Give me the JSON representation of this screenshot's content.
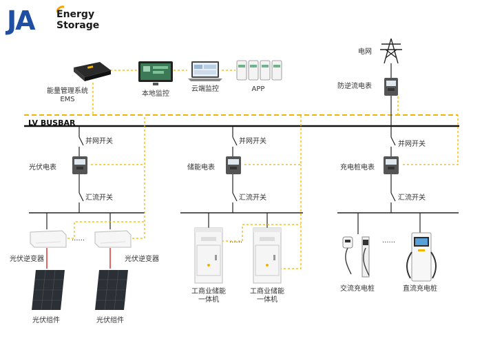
{
  "logo": {
    "mark": "JA",
    "tagline_line1": "Energy",
    "tagline_line2": "Storage",
    "accent_color": "#f5a300",
    "brand_color": "#1f4ea3"
  },
  "top_devices": {
    "ems_line1": "能量管理系统",
    "ems_line2": "EMS",
    "local_monitor": "本地监控",
    "cloud_monitor": "云端监控",
    "app": "APP"
  },
  "grid": {
    "grid_label": "电网",
    "anti_backflow_meter": "防逆流电表"
  },
  "busbar": {
    "label": "LV  BUSBAR"
  },
  "pv_branch": {
    "grid_switch": "并网开关",
    "meter": "光伏电表",
    "combiner_switch": "汇流开关",
    "inverter_1": "光伏逆变器",
    "inverter_2": "光伏逆变器",
    "module_1": "光伏组件",
    "module_2": "光伏组件"
  },
  "storage_branch": {
    "grid_switch": "并网开关",
    "meter": "储能电表",
    "combiner_switch": "汇流开关",
    "cabinet_1_line1": "工商业储能",
    "cabinet_1_line2": "一体机",
    "cabinet_2_line1": "工商业储能",
    "cabinet_2_line2": "一体机"
  },
  "charger_branch": {
    "grid_switch": "并网开关",
    "meter": "充电桩电表",
    "combiner_switch": "汇流开关",
    "ac_charger": "交流充电桩",
    "dc_charger": "直流充电桩"
  },
  "ellipsis": "......",
  "colors": {
    "comm_line": "#f0b400",
    "power_line": "#222222",
    "dc_line": "#e03030",
    "meter_body": "#555555"
  }
}
